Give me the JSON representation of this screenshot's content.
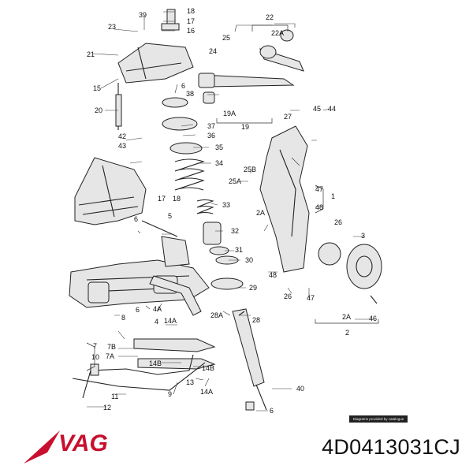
{
  "diagram": {
    "callouts": [
      "23",
      "39",
      "18",
      "17",
      "16",
      "22",
      "22A",
      "25",
      "24",
      "21",
      "15",
      "6",
      "38",
      "19A",
      "19",
      "20",
      "45",
      "44",
      "27",
      "37",
      "36",
      "35",
      "34",
      "42",
      "43",
      "25B",
      "25A",
      "47",
      "1",
      "48",
      "17",
      "18",
      "33",
      "26",
      "2A",
      "5",
      "6",
      "32",
      "3",
      "31",
      "30",
      "29",
      "26",
      "47",
      "48",
      "28A",
      "28",
      "2A",
      "46",
      "2",
      "8",
      "6",
      "4A",
      "4",
      "14A",
      "10",
      "7",
      "7B",
      "7A",
      "14B",
      "14B",
      "13",
      "14A",
      "11",
      "9",
      "12",
      "40",
      "6"
    ],
    "watermark_text": "Diagrams provided by catalogue parts"
  },
  "footer": {
    "brand_logo": "VAG",
    "part_number": "4D0413031CJ"
  }
}
